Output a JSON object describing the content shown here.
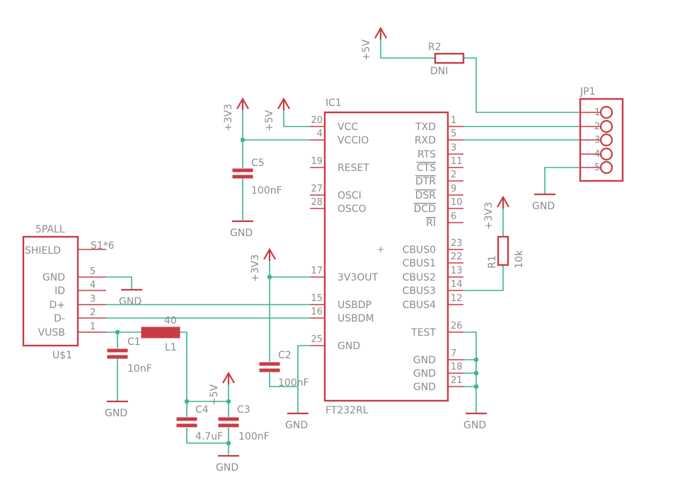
{
  "ic1": {
    "ref": "IC1",
    "value": "FT232RL",
    "left_pins": [
      {
        "num": "20",
        "name": "VCC"
      },
      {
        "num": "4",
        "name": "VCCIO"
      },
      {
        "num": "19",
        "name": "RESET"
      },
      {
        "num": "27",
        "name": "OSCI"
      },
      {
        "num": "28",
        "name": "OSCO"
      },
      {
        "num": "17",
        "name": "3V3OUT"
      },
      {
        "num": "15",
        "name": "USBDP"
      },
      {
        "num": "16",
        "name": "USBDM"
      },
      {
        "num": "25",
        "name": "GND"
      }
    ],
    "right_pins": [
      {
        "num": "1",
        "name": "TXD"
      },
      {
        "num": "5",
        "name": "RXD"
      },
      {
        "num": "3",
        "name": "RTS"
      },
      {
        "num": "11",
        "name": "CTS"
      },
      {
        "num": "2",
        "name": "DTR"
      },
      {
        "num": "9",
        "name": "DSR"
      },
      {
        "num": "10",
        "name": "DCD"
      },
      {
        "num": "6",
        "name": "RI"
      },
      {
        "num": "23",
        "name": "CBUS0"
      },
      {
        "num": "22",
        "name": "CBUS1"
      },
      {
        "num": "13",
        "name": "CBUS2"
      },
      {
        "num": "14",
        "name": "CBUS3"
      },
      {
        "num": "12",
        "name": "CBUS4"
      },
      {
        "num": "26",
        "name": "TEST"
      },
      {
        "num": "7",
        "name": "GND"
      },
      {
        "num": "18",
        "name": "GND"
      },
      {
        "num": "21",
        "name": "GND"
      }
    ]
  },
  "usb": {
    "ref": "U$1",
    "value": "5PALL",
    "shield_label": "SHIELD",
    "shield_pin": "S1*6",
    "pins": [
      {
        "num": "5",
        "name": "GND"
      },
      {
        "num": "4",
        "name": "ID"
      },
      {
        "num": "3",
        "name": "D+"
      },
      {
        "num": "2",
        "name": "D-"
      },
      {
        "num": "1",
        "name": "VUSB"
      }
    ]
  },
  "jp1": {
    "ref": "JP1",
    "pins": [
      "1",
      "2",
      "3",
      "4",
      "5"
    ]
  },
  "r2": {
    "ref": "R2",
    "value": "DNI"
  },
  "r1": {
    "ref": "R1",
    "value": "10k"
  },
  "l1": {
    "ref": "L1",
    "value": "40"
  },
  "c1": {
    "ref": "C1",
    "value": "10nF"
  },
  "c2": {
    "ref": "C2",
    "value": "100nF"
  },
  "c3": {
    "ref": "C3",
    "value": "100nF"
  },
  "c4": {
    "ref": "C4",
    "value": "4.7uF"
  },
  "c5": {
    "ref": "C5",
    "value": "100nF"
  },
  "power": {
    "v5": "+5V",
    "v33": "+3V3",
    "gnd": "GND"
  }
}
